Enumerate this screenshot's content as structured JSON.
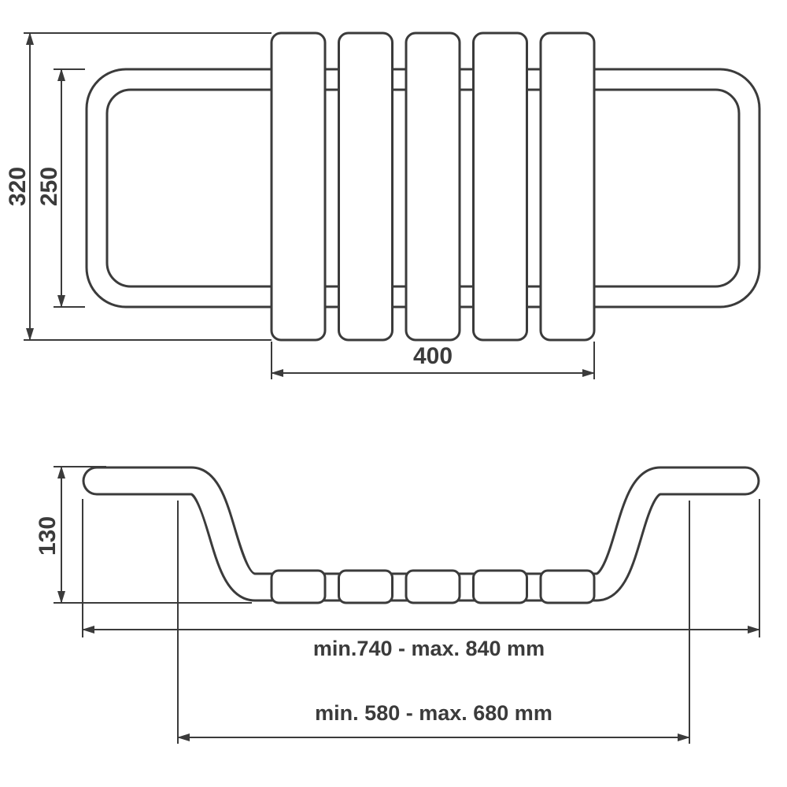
{
  "drawing": {
    "top_view": {
      "overall_depth": "320",
      "frame_depth": "250",
      "slat_span": "400"
    },
    "side_view": {
      "height": "130",
      "outer_width_range": "min.740 - max. 840 mm",
      "inner_width_range": "min. 580 - max. 680 mm"
    },
    "colors": {
      "line": "#3b3b3b",
      "text": "#3b3b3b",
      "background": "#ffffff"
    }
  }
}
